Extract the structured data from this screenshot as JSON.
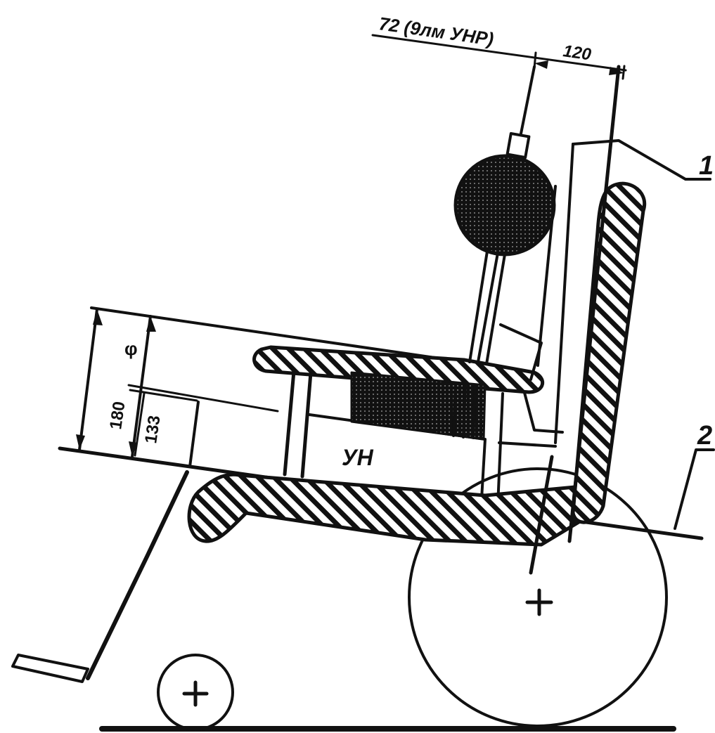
{
  "labels": {
    "dim_top": "72 (9лм УНР)",
    "dim_width": "120",
    "dim_a": "φ",
    "dim_b": "180",
    "dim_c": "133",
    "center_label": "УН",
    "leader_1": "1",
    "leader_2": "2"
  },
  "colors": {
    "ink": "#111111",
    "paper": "#ffffff"
  }
}
